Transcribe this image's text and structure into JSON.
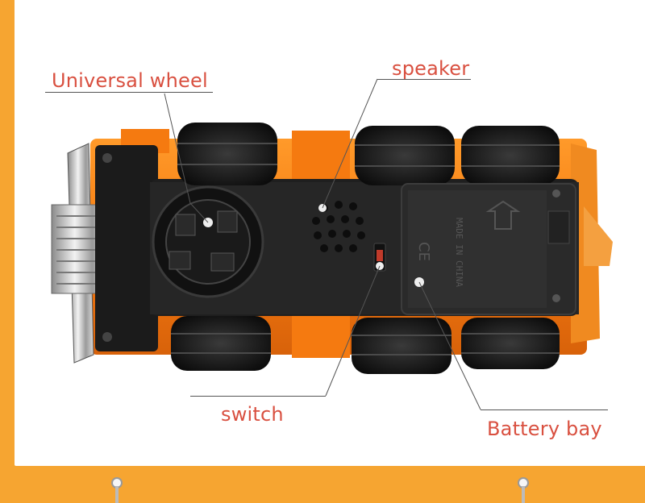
{
  "labels": {
    "universal_wheel": "Universal wheel",
    "speaker": "speaker",
    "switch": "switch",
    "battery_bay": "Battery bay"
  },
  "embossed_text": {
    "made_in_china": "MADE IN CHINA",
    "ce_mark": "CE"
  },
  "colors": {
    "frame_orange": "#f6a531",
    "label_red": "#d95040",
    "toy_orange": "#f57a10",
    "chassis_black": "#1b1b1b"
  }
}
